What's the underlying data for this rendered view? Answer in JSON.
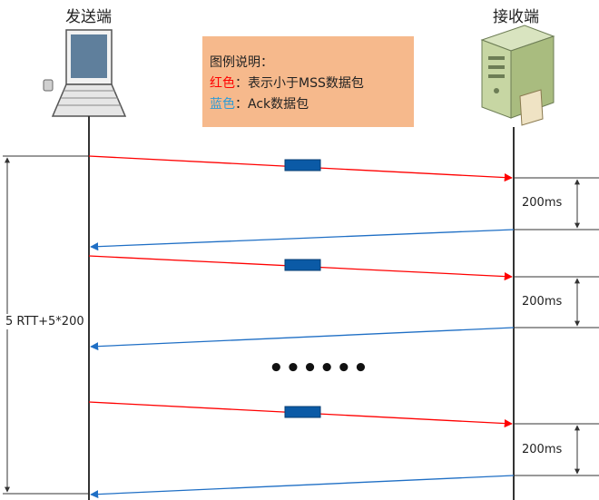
{
  "endpoints": {
    "sender_label": "发送端",
    "receiver_label": "接收端"
  },
  "legend": {
    "title": "图例说明：",
    "red_key": "红色",
    "red_sep": "：",
    "red_desc": "表示小于MSS数据包",
    "blue_key": "蓝色",
    "blue_sep": "：",
    "blue_desc": "Ack数据包",
    "red_color": "#ff0000",
    "blue_color": "#2e8bd6"
  },
  "delay_labels": [
    "200ms",
    "200ms",
    "200ms"
  ],
  "total_label": "5 RTT+5*200",
  "ellipsis": "••••••",
  "colors": {
    "data_arrow": "#ff0000",
    "ack_arrow": "#1f6fc5",
    "packet_fill": "#0b5aa6",
    "timeline": "#333333",
    "legend_bg": "#f6b98c"
  },
  "icons": {
    "sender": "laptop-icon",
    "receiver": "server-icon"
  }
}
